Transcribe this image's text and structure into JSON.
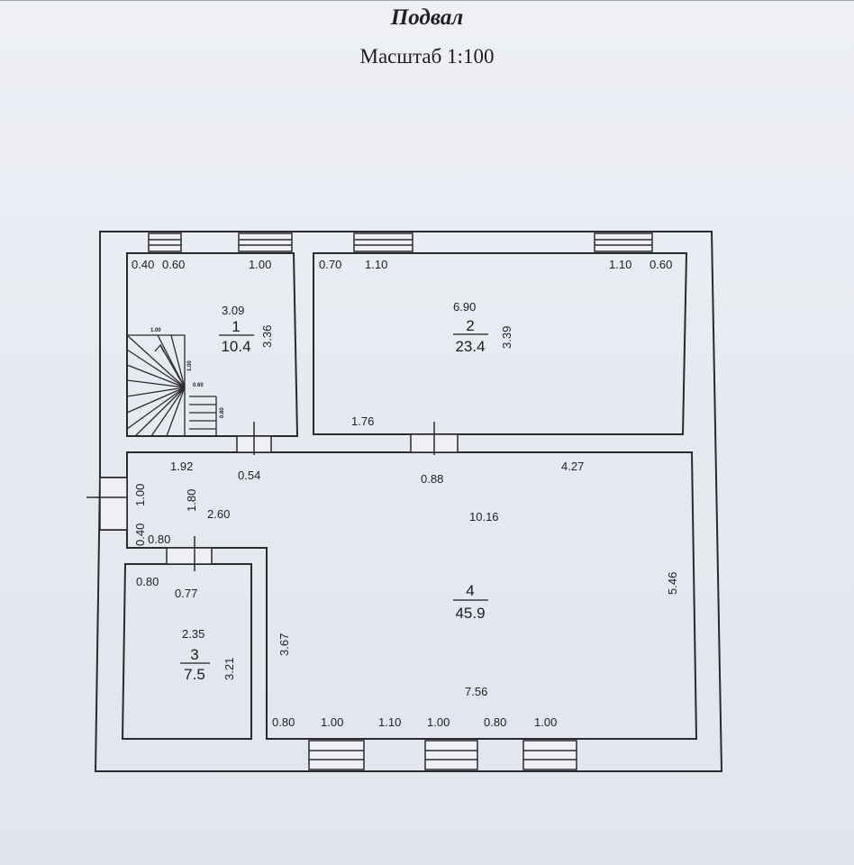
{
  "header": {
    "title": "Подвал",
    "scale": "Масштаб 1:100"
  },
  "rooms": [
    {
      "number": "1",
      "area": "10.4",
      "width": "3.09",
      "depth": "3.36"
    },
    {
      "number": "2",
      "area": "23.4",
      "width": "6.90",
      "depth": "3.39"
    },
    {
      "number": "3",
      "area": "7.5",
      "width": "2.35",
      "depth": "3.21"
    },
    {
      "number": "4",
      "area": "45.9",
      "width": "10.16",
      "depth": "5.46"
    }
  ],
  "dimensions": {
    "r1_left_wall": "0.40",
    "r1_left_window": "0.60",
    "r1_top_window": "1.00",
    "r2_left_wall": "0.70",
    "r2_left_window": "1.10",
    "r2_right_window": "1.10",
    "r2_right_wall": "0.60",
    "r2_bottom": "1.76",
    "door1": "0.54",
    "door2": "0.88",
    "hall_top": "1.92",
    "r4_top_right": "4.27",
    "hall_depth": "1.80",
    "hall_width": "2.60",
    "side_door": "1.00",
    "side_wall": "0.40",
    "side_wall_h": "0.80",
    "r3_left": "0.80",
    "r3_door": "0.77",
    "r4_inner_depth": "3.67",
    "r4_bottom": "7.56",
    "b1": "0.80",
    "b2": "1.00",
    "b3": "1.10",
    "b4": "1.00",
    "b5": "0.80",
    "b6": "1.00",
    "stair_a": "1.00",
    "stair_b": "1.00",
    "stair_c": "0.60",
    "stair_d": "0.80"
  }
}
